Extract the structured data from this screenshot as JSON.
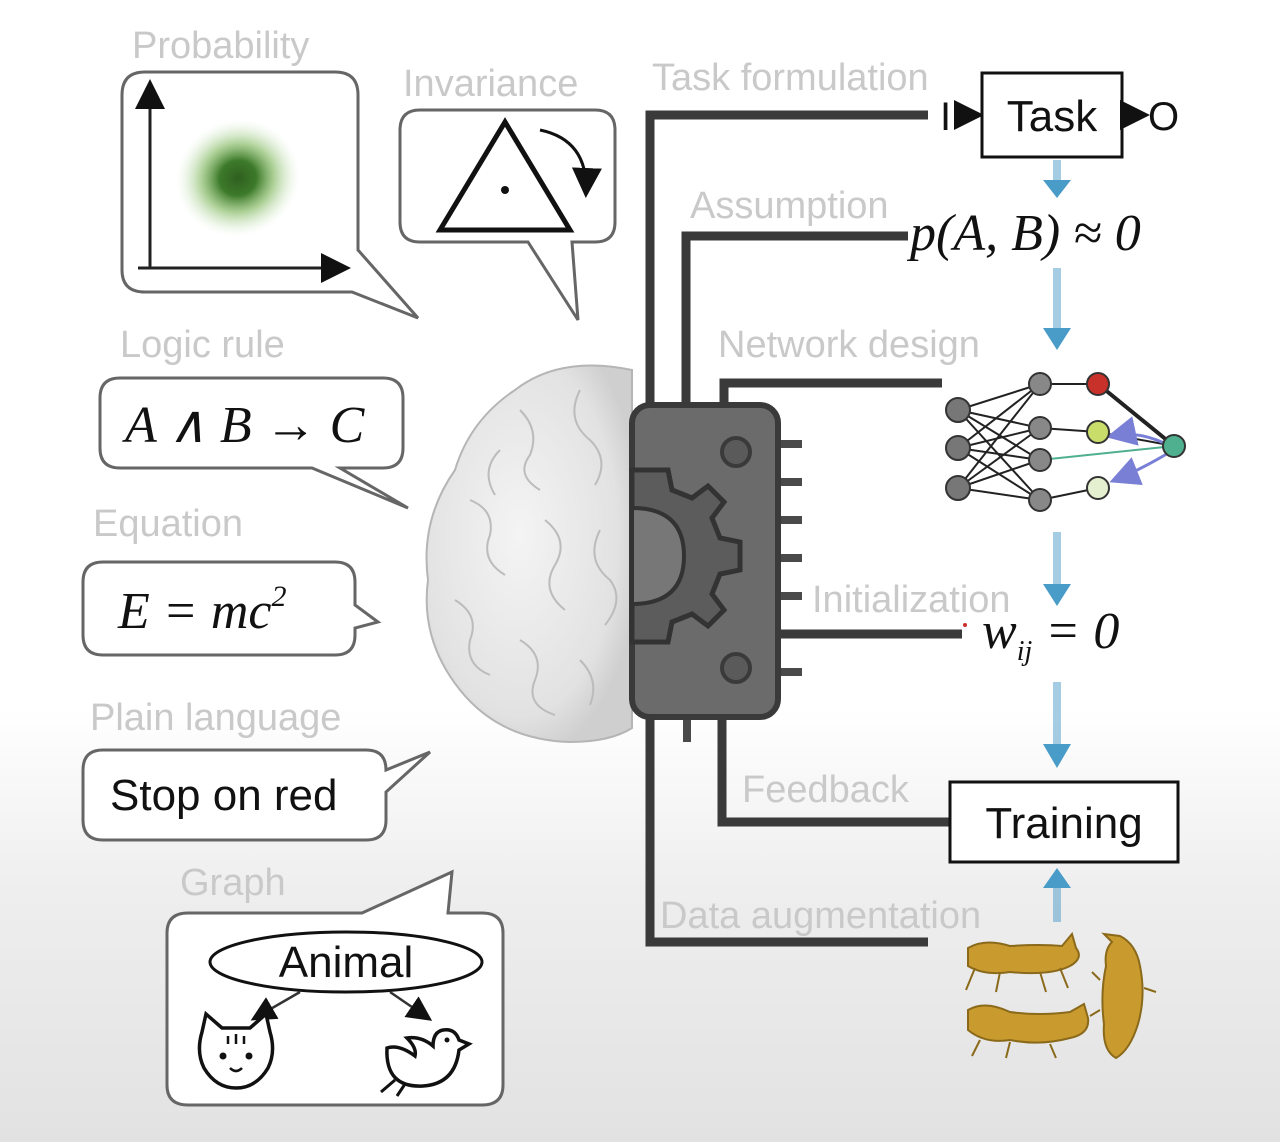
{
  "left_panels": {
    "probability": {
      "label": "Probability"
    },
    "invariance": {
      "label": "Invariance"
    },
    "logic_rule": {
      "label": "Logic rule",
      "content": "A ∧ B → C"
    },
    "equation": {
      "label": "Equation",
      "content_base": "E = mc",
      "content_sup": "2"
    },
    "plain_language": {
      "label": "Plain language",
      "content": "Stop on red"
    },
    "graph": {
      "label": "Graph",
      "node": "Animal",
      "children_icons": [
        "cat-icon",
        "bird-icon"
      ]
    }
  },
  "pipeline": {
    "task_formulation": {
      "label": "Task formulation",
      "input": "I",
      "box": "Task",
      "output": "O"
    },
    "assumption": {
      "label": "Assumption",
      "formula": "p(A, B) ≈ 0"
    },
    "network_design": {
      "label": "Network design"
    },
    "initialization": {
      "label": "Initialization",
      "formula_base": "w",
      "formula_sub": "ij",
      "formula_rest": " = 0"
    },
    "feedback": {
      "label": "Feedback",
      "box": "Training"
    },
    "data_augmentation": {
      "label": "Data augmentation"
    }
  },
  "colors": {
    "label_gray": "#c9c9c9",
    "wire": "#3a3a3a",
    "flow_arrow": "#4a9cc8",
    "chip": "#6b6b6b",
    "brain": "#e9e9e9",
    "node_red": "#c8302a",
    "node_yellow_green": "#c9dd6a",
    "node_pale_green": "#e4f0cf",
    "node_teal": "#4fb08f",
    "probability_green": "#3d7a2a",
    "cat_fur": "#c99a2e"
  }
}
